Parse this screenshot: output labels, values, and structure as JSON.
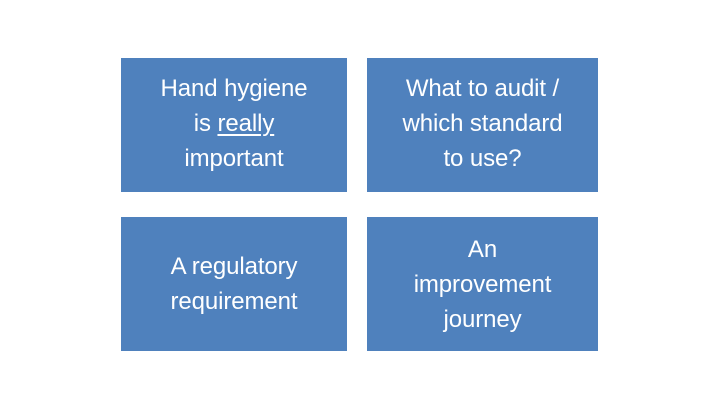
{
  "slide": {
    "background_color": "#FFFFFF",
    "card_fill_color": "#4F81BD",
    "card_text_color": "#FFFFFF",
    "cards": [
      {
        "id": "hand-hygiene",
        "text_before_emphasis": "Hand hygiene\nis ",
        "emphasis_text": "really",
        "text_after_emphasis": "\nimportant",
        "full_text": "Hand hygiene is really important",
        "lines": [
          "Hand hygiene",
          "is really",
          "important"
        ],
        "emphasis_style": "underline"
      },
      {
        "id": "what-to-audit",
        "text": "What to audit /\nwhich standard\nto use?",
        "full_text": "What to audit / which standard to use?",
        "lines": [
          "What to audit /",
          "which standard",
          "to use?"
        ]
      },
      {
        "id": "regulatory",
        "text": "A regulatory\nrequirement",
        "full_text": "A regulatory requirement",
        "lines": [
          "A regulatory",
          "requirement"
        ]
      },
      {
        "id": "improvement",
        "text": "An\nimprovement\njourney",
        "full_text": "An improvement journey",
        "lines": [
          "An",
          "improvement",
          "journey"
        ]
      }
    ]
  }
}
